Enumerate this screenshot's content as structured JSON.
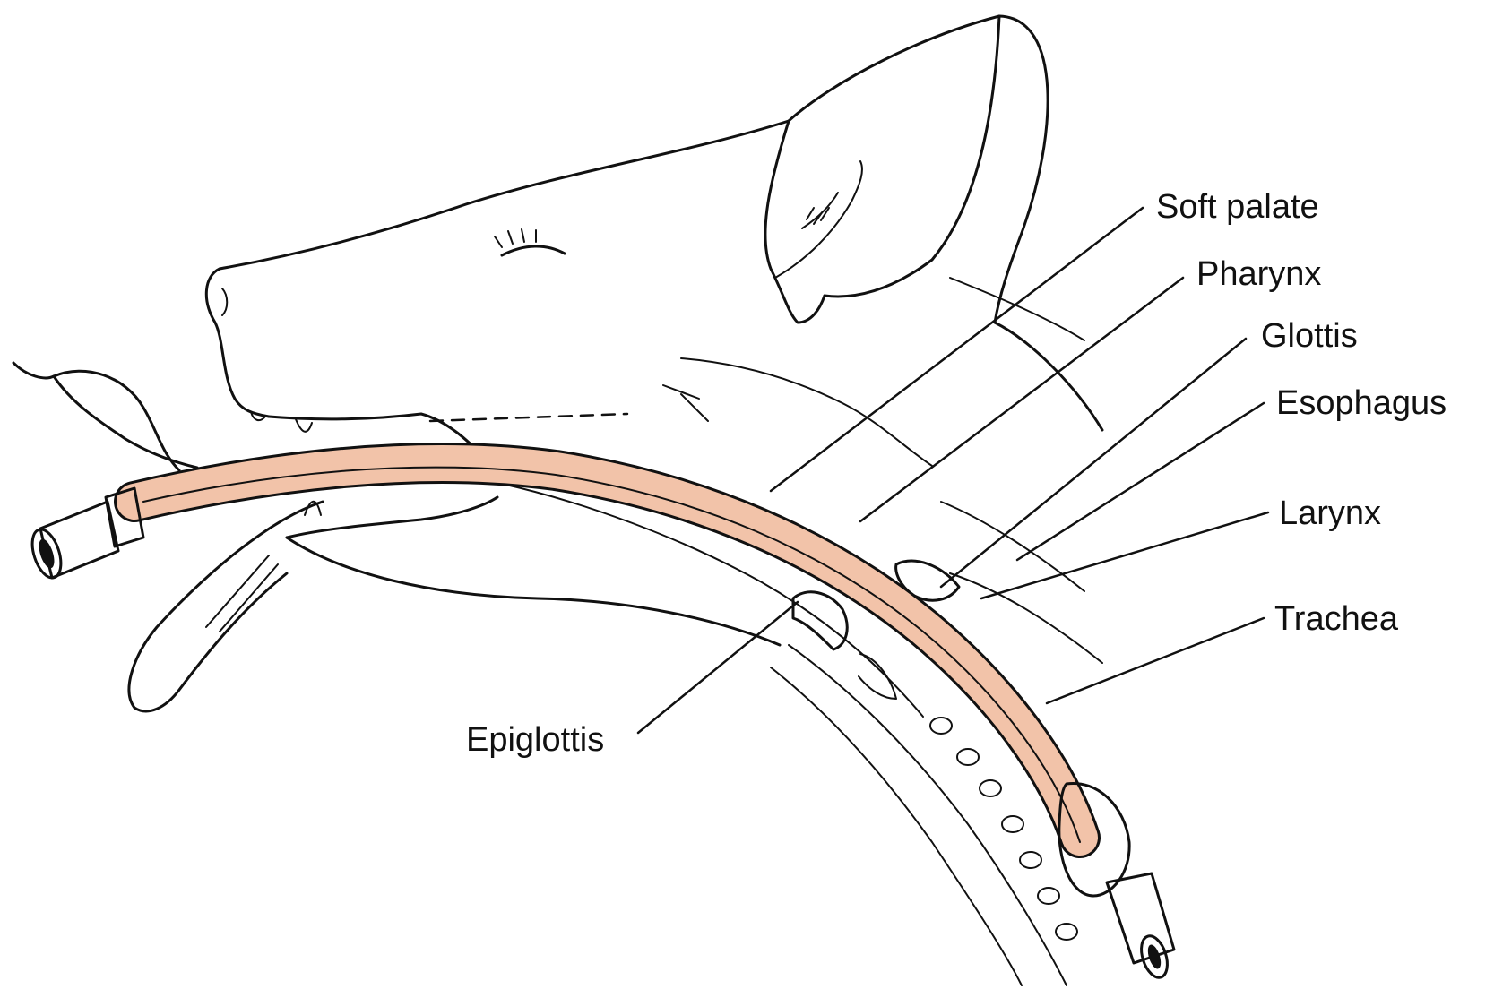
{
  "colors": {
    "tube": "#f2c3a9",
    "ink": "#111111",
    "background": "#ffffff"
  },
  "labels": {
    "soft_palate": "Soft palate",
    "pharynx": "Pharynx",
    "glottis": "Glottis",
    "esophagus": "Esophagus",
    "larynx": "Larynx",
    "trachea": "Trachea",
    "epiglottis": "Epiglottis"
  }
}
